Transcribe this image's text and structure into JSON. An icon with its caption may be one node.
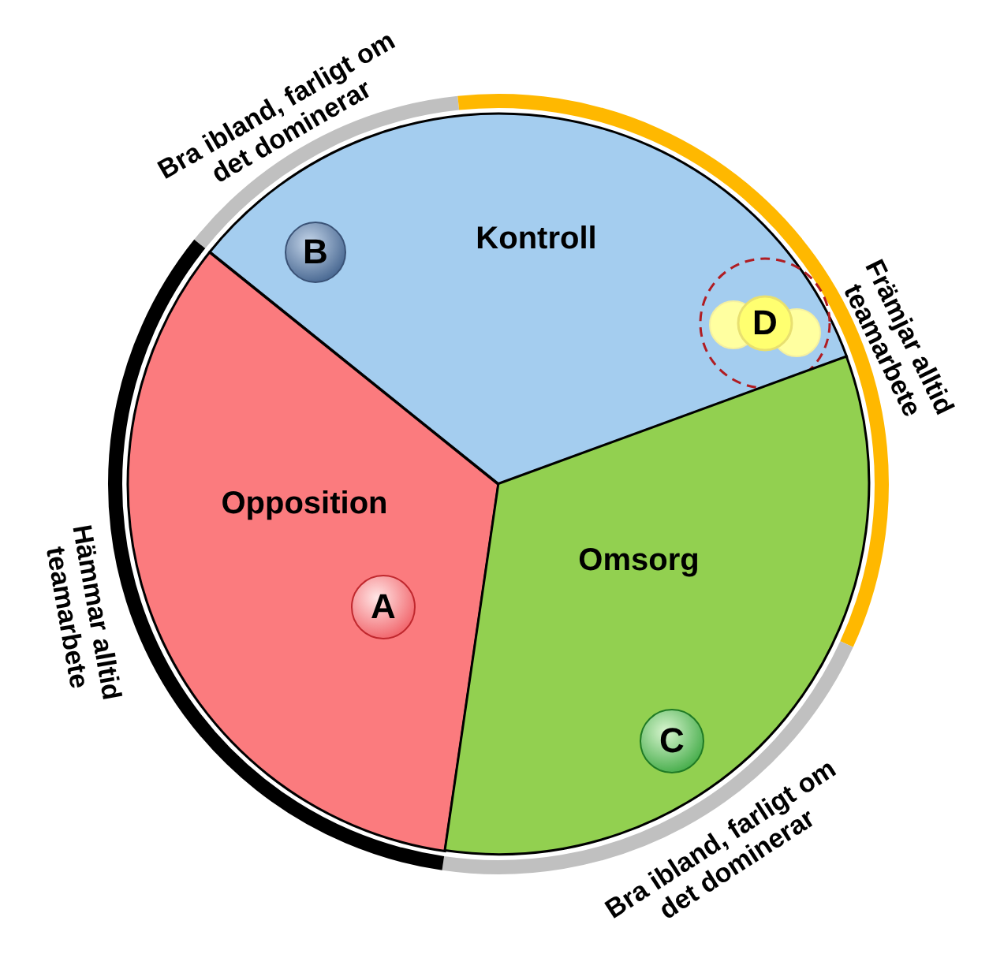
{
  "diagram": {
    "nodes": [
      {
        "text": [
          "Kontroll"
        ]
      },
      {
        "text": [
          "B"
        ],
        "in": 0
      },
      {
        "text": [
          "D"
        ],
        "in": 0
      },
      {
        "text": [
          "Opposition"
        ]
      },
      {
        "text": [
          "A"
        ],
        "in": 3
      },
      {
        "text": [
          "Omsorg"
        ]
      },
      {
        "text": [
          "C"
        ],
        "in": 5
      }
    ],
    "edges": [],
    "labels": [
      "Bra ibland, farligt om det dominerar",
      "Främjar alltid teamarbete",
      "Hämmar alltid teamarbete",
      "Bra ibland, farligt om det dominerar"
    ]
  }
}
